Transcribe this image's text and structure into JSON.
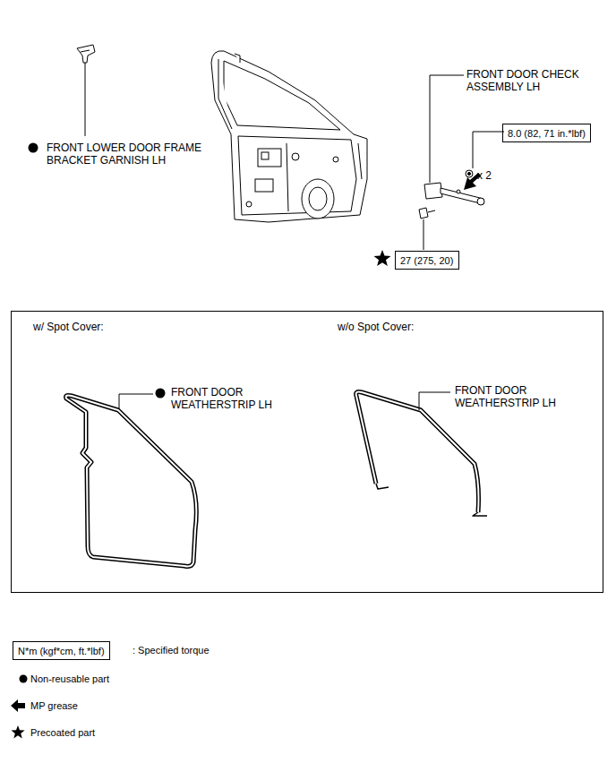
{
  "diagram": {
    "nodes": [
      {
        "text": [
          "w/ Spot Cover:",
          "w/o Spot Cover:",
          "FRONT DOOR WEATHERSTRIP LH",
          "FRONT DOOR WEATHERSTRIP LH"
        ]
      },
      {
        "text": [
          "8.0 (82, 71 in.*lbf)"
        ]
      },
      {
        "text": [
          "27 (275, 20)"
        ]
      },
      {
        "text": [
          "N*m (kgf*cm, ft.*lbf)"
        ]
      }
    ],
    "labels": [
      "FRONT LOWER DOOR FRAME BRACKET GARNISH LH",
      "FRONT DOOR CHECK ASSEMBLY LH",
      "x 2"
    ],
    "legend": [
      {
        "text": ": Specified torque"
      },
      {
        "text": "Non-reusable part"
      },
      {
        "text": "MP grease"
      },
      {
        "text": "Precoated part"
      }
    ]
  }
}
